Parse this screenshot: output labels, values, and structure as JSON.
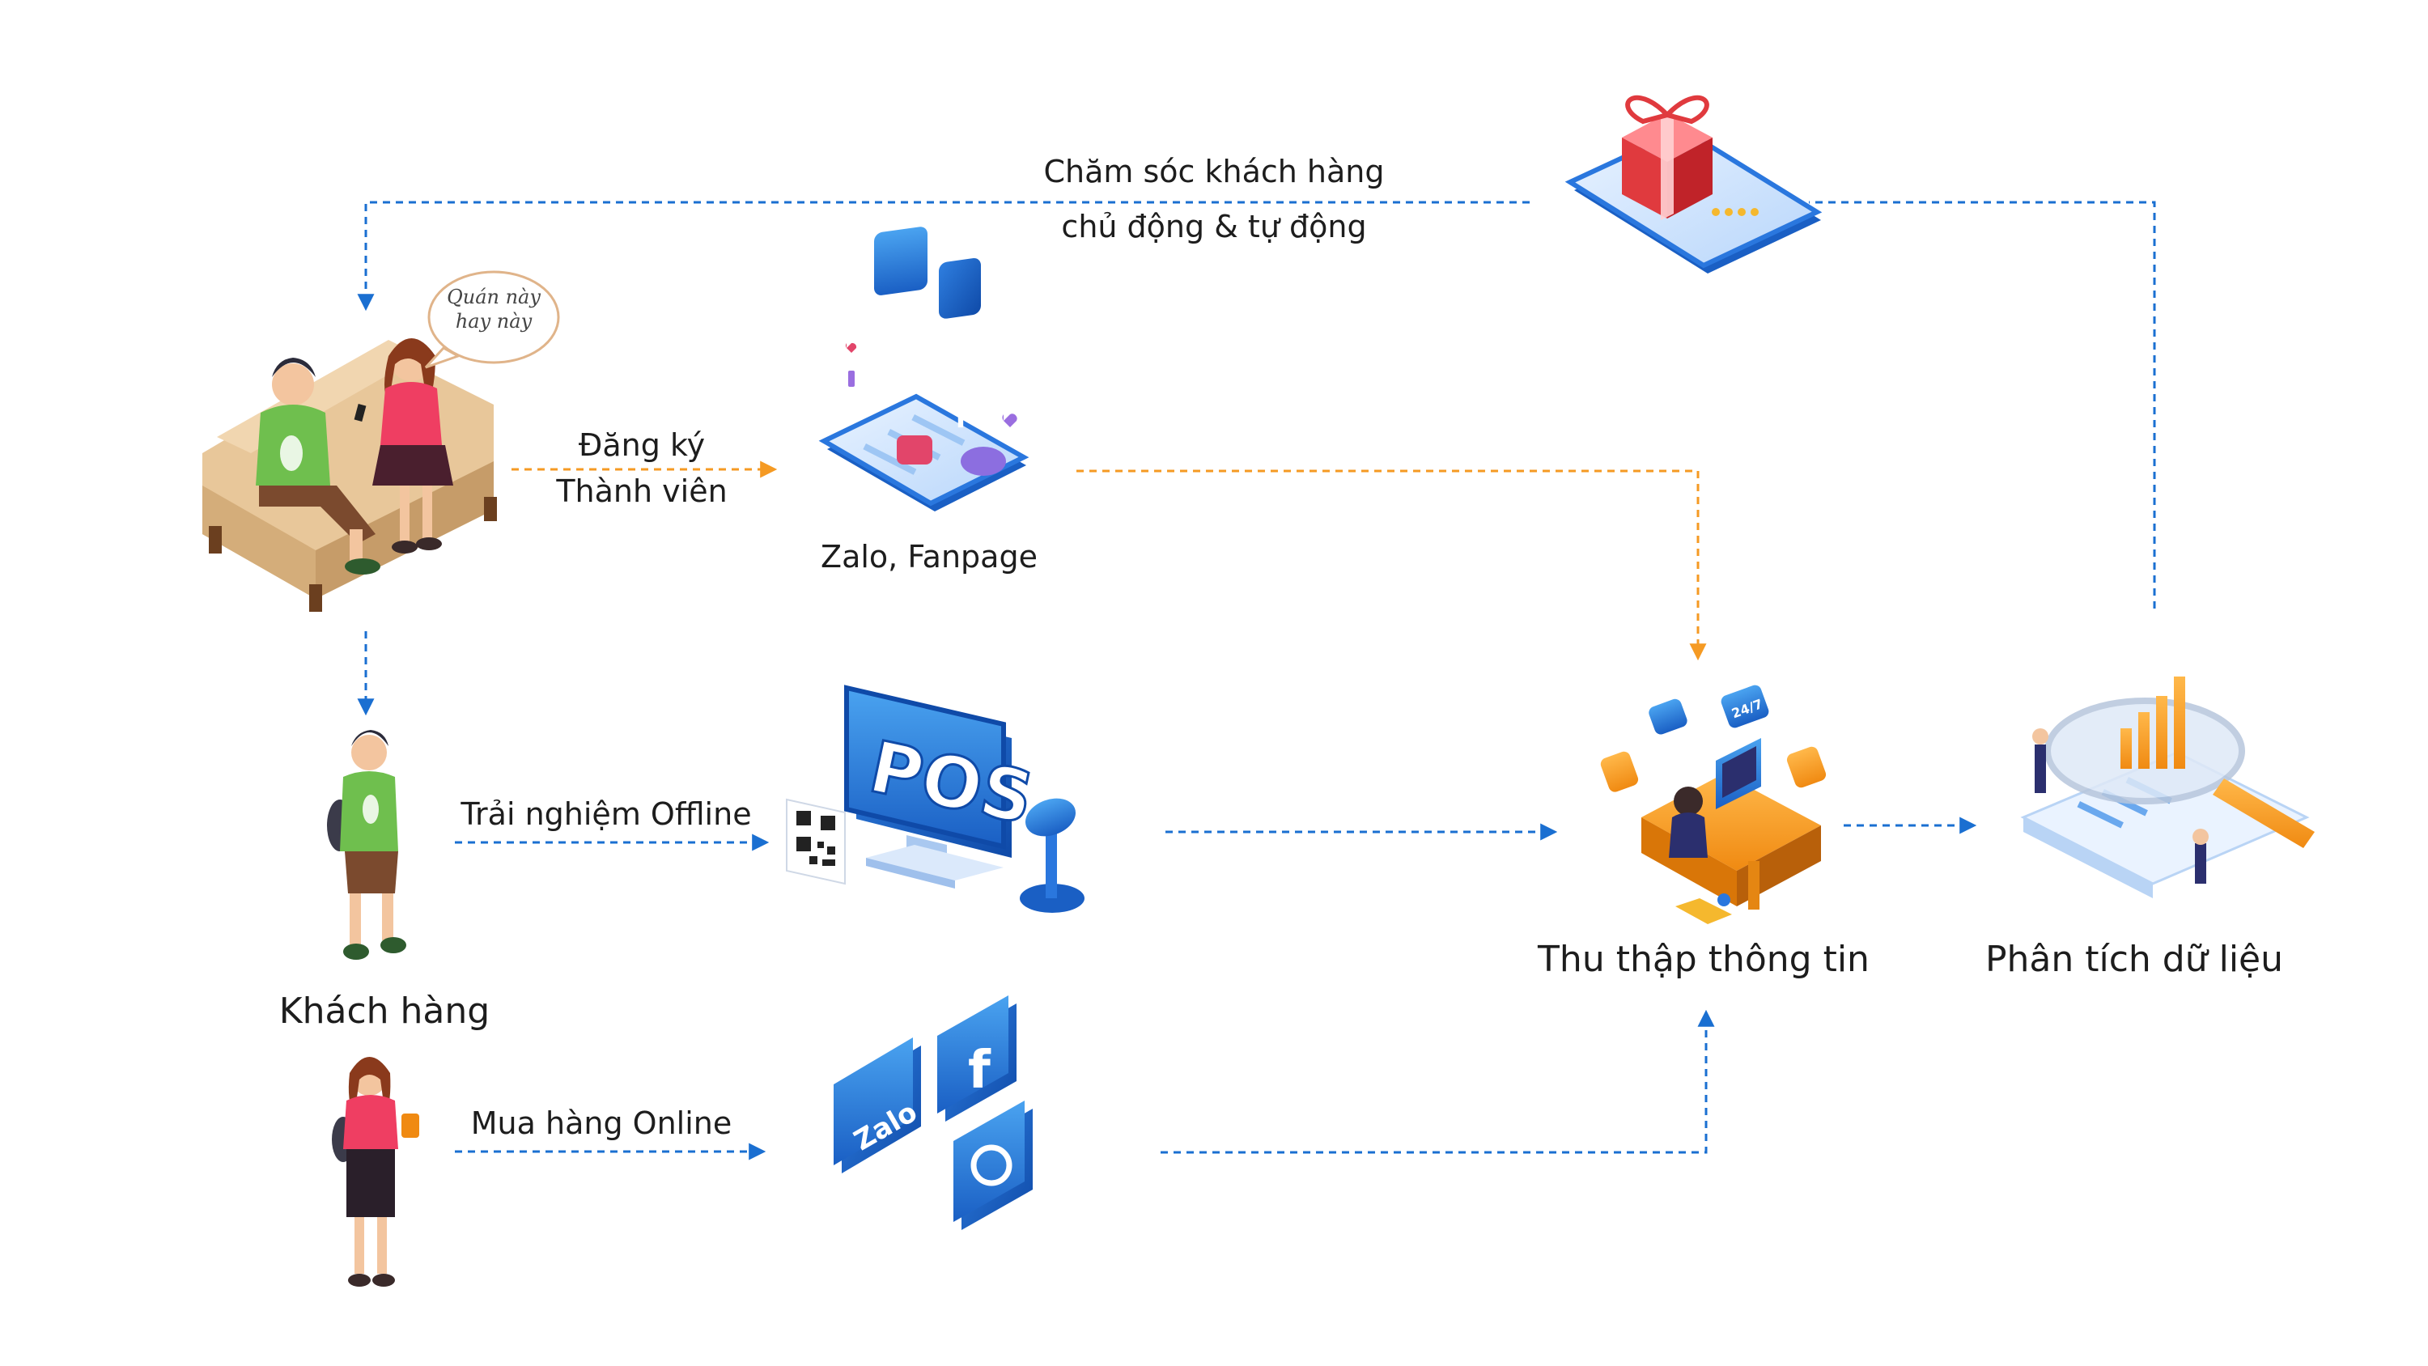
{
  "labels": {
    "care_line1": "Chăm sóc khách hàng",
    "care_line2": "chủ động & tự động",
    "register_line1": "Đăng ký",
    "register_line2": "Thành viên",
    "zalo_fanpage": "Zalo, Fanpage",
    "offline": "Trải nghiệm Offline",
    "online": "Mua hàng Online",
    "customer": "Khách hàng",
    "collect": "Thu thập thông tin",
    "analyze": "Phân tích dữ liệu",
    "speech_line1": "Quán này",
    "speech_line2": "hay này"
  },
  "icons": {
    "pos_text": "POS",
    "zalo_text": "Zalo",
    "facebook_text": "f",
    "support_text": "24/7"
  },
  "colors": {
    "blue": "#1a6fd1",
    "orange": "#f59a23",
    "light_blue": "#4a9be8",
    "red": "#e03a3e",
    "green": "#5fb34a"
  }
}
